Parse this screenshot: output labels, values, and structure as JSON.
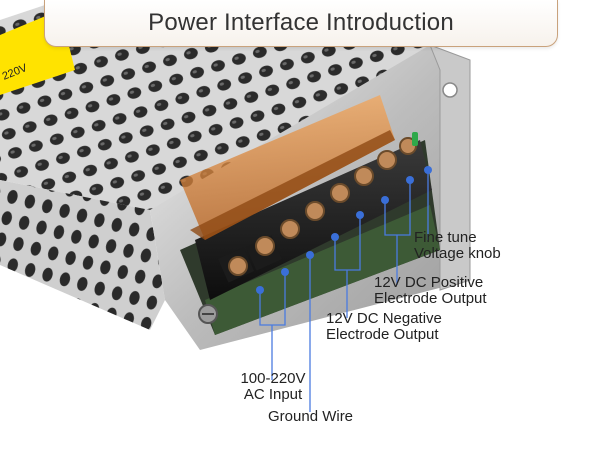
{
  "header": {
    "title": "Power Interface Introduction"
  },
  "label_sticker": {
    "text": "220V"
  },
  "callouts": {
    "fine_tune": {
      "line1": "Fine tune",
      "line2": "Voltage knob"
    },
    "positive": {
      "line1": "12V DC Positive",
      "line2": "Electrode Output"
    },
    "negative": {
      "line1": "12V DC Negative",
      "line2": "Electrode Output"
    },
    "ac_input": {
      "line1": "100-220V",
      "line2": "AC Input"
    },
    "ground": {
      "line1": "Ground Wire"
    }
  },
  "colors": {
    "callout_dot": "#3a6fd8",
    "callout_line": "#4a7be0",
    "terminal_cover": "#d9822b",
    "title_border": "#c9a27c"
  }
}
